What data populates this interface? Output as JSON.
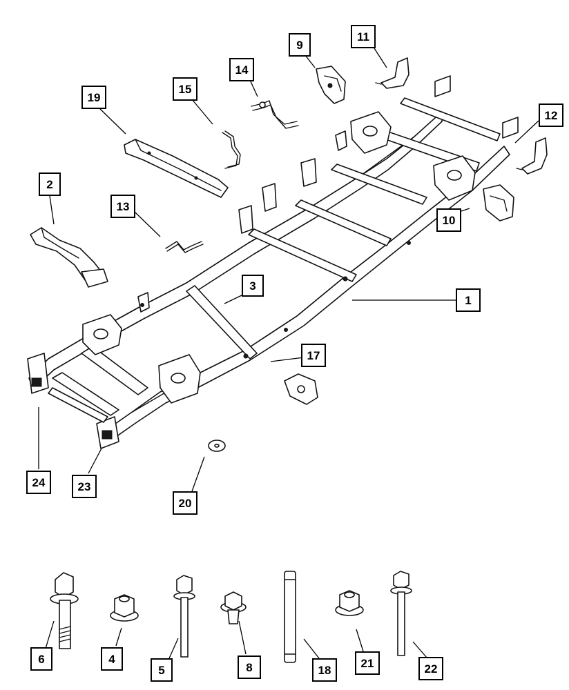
{
  "diagram": {
    "callouts": [
      "1",
      "2",
      "3",
      "4",
      "5",
      "6",
      "8",
      "9",
      "10",
      "11",
      "12",
      "13",
      "14",
      "15",
      "17",
      "18",
      "19",
      "20",
      "21",
      "22",
      "23",
      "24"
    ]
  }
}
